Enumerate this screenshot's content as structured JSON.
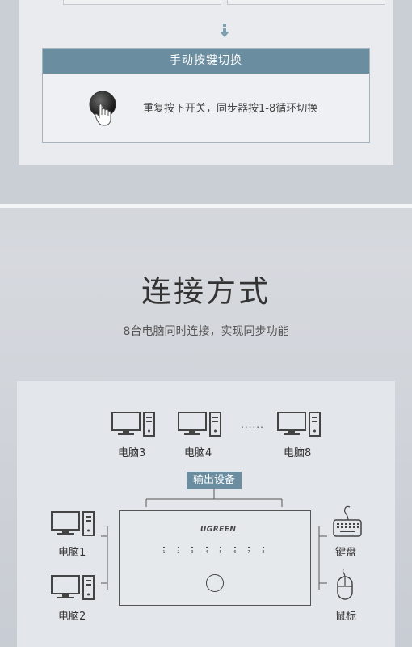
{
  "top": {
    "manual_title": "手动按键切换",
    "manual_desc": "重复按下开关，同步器按1-8循环切换"
  },
  "connection": {
    "title": "连接方式",
    "subtitle": "8台电脑同时连接，实现同步功能"
  },
  "diagram": {
    "pcs_top": [
      "电脑3",
      "电脑4",
      "电脑8"
    ],
    "ellipsis": "......",
    "output_label": "输出设备",
    "pcs_left": [
      "电脑1",
      "电脑2"
    ],
    "devices_right": [
      "键盘",
      "鼠标"
    ],
    "brand": "UGREEN",
    "ports": [
      "1",
      "2",
      "3",
      "4",
      "5",
      "6",
      "7",
      "8"
    ]
  },
  "colors": {
    "accent": "#6a8ea0",
    "panel": "#e9ebee",
    "background": "#c9cdd4"
  }
}
